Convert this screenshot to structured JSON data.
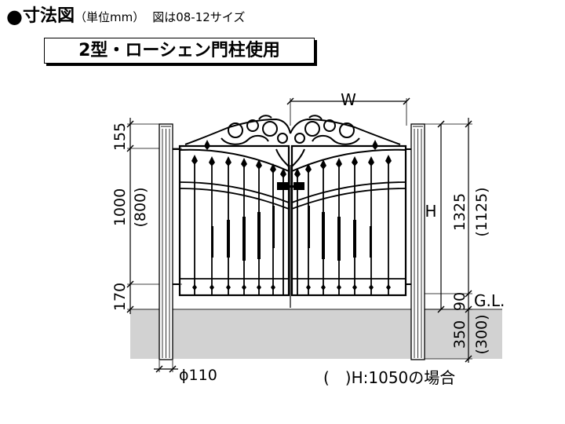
{
  "header": {
    "title": "寸法図",
    "unit": "（単位mm）",
    "size_note": "図は08-12サイズ"
  },
  "model_label": "2型・ローシェン門柱使用",
  "dimensions": {
    "width_label": "W",
    "height_label": "H",
    "post_top": "155",
    "gate_height": "1000",
    "gate_height_alt": "(800)",
    "ground_gap": "170",
    "total_height": "1325",
    "total_height_alt": "(1125)",
    "gate_clearance": "90",
    "ground_level": "G.L.",
    "embed_depth": "350",
    "embed_depth_alt": "(300)",
    "post_diameter": "ϕ110"
  },
  "footnote": "(　)H:1050の場合",
  "colors": {
    "ground": "#d2d2d2",
    "line": "#000000",
    "frame": "#ffffff"
  }
}
